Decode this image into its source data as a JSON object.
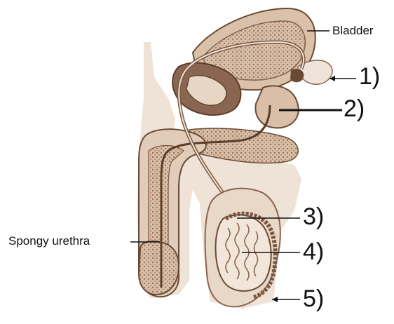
{
  "labels": {
    "bladder": "Bladder",
    "spongy_urethra": "Spongy urethra",
    "n1": "1)",
    "n2": "2)",
    "n3": "3)",
    "n4": "4)",
    "n5": "5)"
  },
  "colors": {
    "tissue_fill": "#e8d6c4",
    "tissue_dark": "#b08a6c",
    "outline": "#6b4a34",
    "shadow": "#8a6650",
    "leader": "#111111"
  }
}
